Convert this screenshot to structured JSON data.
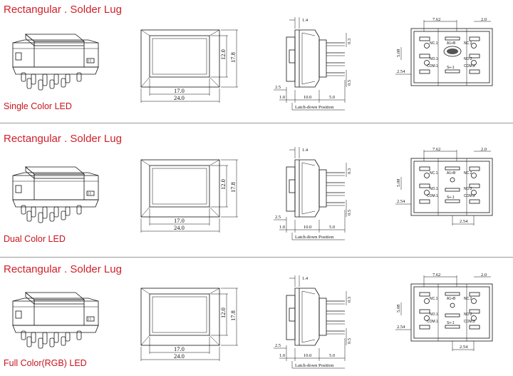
{
  "sections": [
    {
      "title": "Rectangular . Solder Lug",
      "caption": "Single Color LED",
      "has_bottom_dim": false
    },
    {
      "title": "Rectangular . Solder Lug",
      "caption": "Dual Color LED",
      "has_bottom_dim": true
    },
    {
      "title": "Rectangular . Solder Lug",
      "caption": "Full  Color(RGB) LED",
      "has_bottom_dim": true
    }
  ],
  "front_dims": {
    "inner_w": "17.0",
    "outer_w": "24.0",
    "inner_h": "12.0",
    "outer_h": "17.8"
  },
  "side_dims": {
    "top": "1.4",
    "right_a": "0.3",
    "right_b": "0.5",
    "left": "2.5",
    "bottom_a": "1.0",
    "bottom_b": "10.0",
    "bottom_c": "5.0",
    "latch_label": "Latch-down Position"
  },
  "pin_dims": {
    "top": "7.62",
    "top_right": "2.0",
    "left": "5.08",
    "bottom_left": "2.54",
    "bottom_right": "2.54"
  },
  "pin_labels": {
    "nc1": "NC.1",
    "nc2": "NC.2",
    "no1": "NO.1",
    "no2": "NO.2",
    "com1": "COM.1",
    "com2": "COM.2",
    "led_top": "A1+B",
    "led_bottom": "S+-1"
  }
}
